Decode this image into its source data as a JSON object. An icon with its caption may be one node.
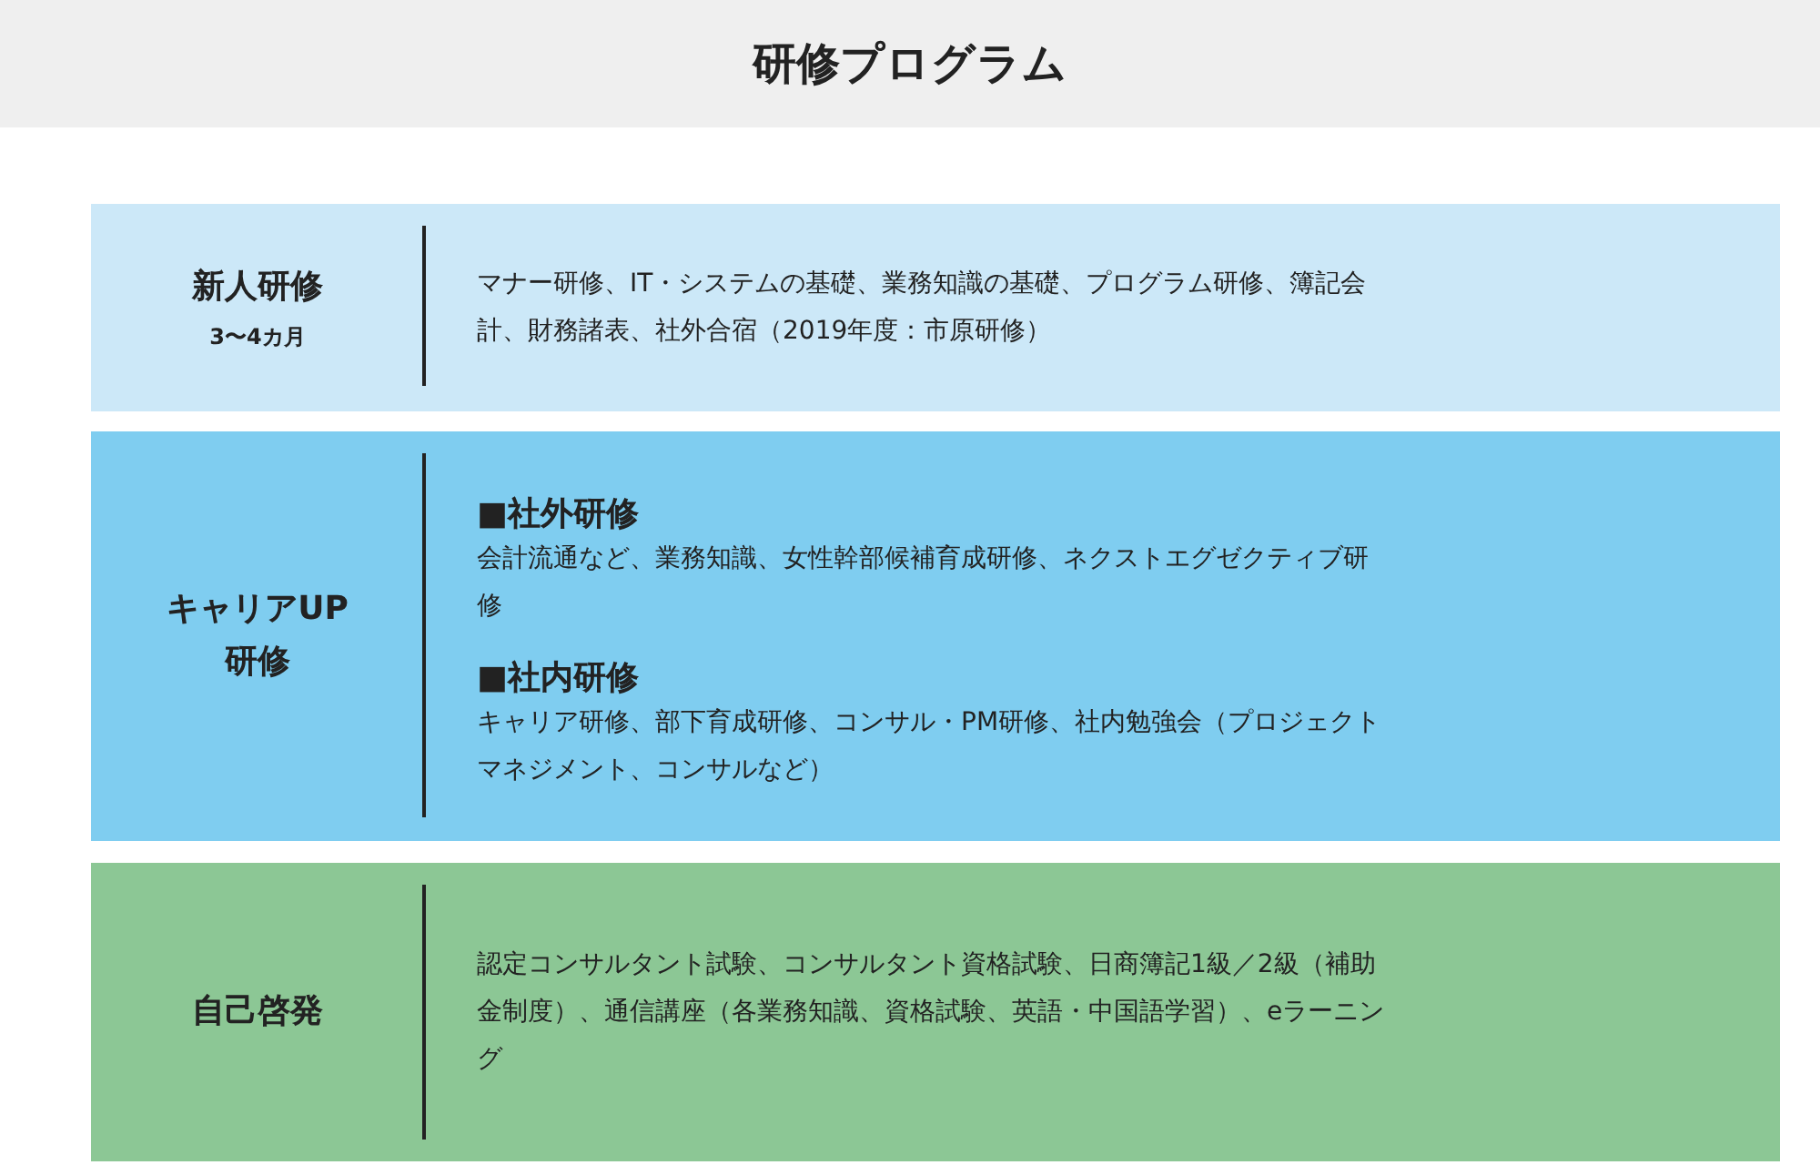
{
  "diagram": {
    "title": "研修プログラム",
    "nodes": [
      {
        "text": [
          "新人研修",
          "3〜4カ月",
          "マナー研修、IT・システムの基礎、業務知識の基礎、プログラム研修、簿記会計、財務諸表、社外合宿（2019年度：市原研修）"
        ]
      },
      {
        "text": [
          "キャリアUP研修",
          "■社外研修",
          "会計流通など、業務知識、女性幹部候補育成研修、ネクストエグゼクティブ研修",
          "■社内研修",
          "キャリア研修、部下育成研修、コンサル・PM研修、社内勉強会（プロジェクトマネジメント、コンサルなど）"
        ]
      },
      {
        "text": [
          "自己啓発",
          "認定コンサルタント試験、コンサルタント資格試験、日商簿記1級／2級（補助金制度）、通信講座（各業務知識、資格試験、英語・中国語学習）、eラーニング"
        ]
      }
    ],
    "edges": []
  }
}
